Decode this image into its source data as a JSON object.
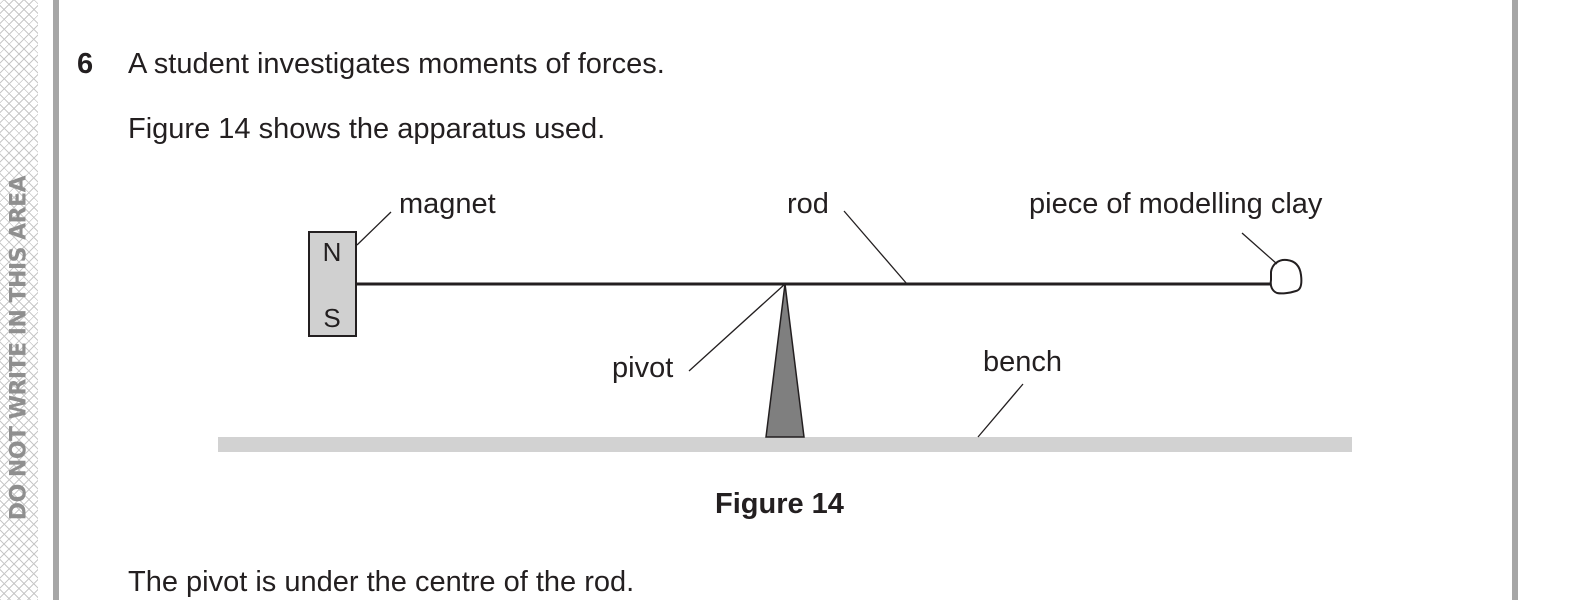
{
  "margin": {
    "note": "DO NOT WRITE IN THIS AREA"
  },
  "question": {
    "number": "6",
    "intro": "A student investigates moments of forces.",
    "figure_ref": "Figure 14 shows the apparatus used.",
    "after_figure": "The pivot is under the centre of the rod."
  },
  "figure": {
    "caption": "Figure 14",
    "labels": {
      "magnet": "magnet",
      "rod": "rod",
      "clay": "piece of modelling clay",
      "pivot": "pivot",
      "bench": "bench"
    },
    "magnet_poles": {
      "north": "N",
      "south": "S"
    },
    "colors": {
      "magnet_fill": "#d0d0d0",
      "pivot_fill": "#7f7f7f",
      "bench_fill": "#d2d2d2",
      "ink": "#231f20"
    }
  }
}
